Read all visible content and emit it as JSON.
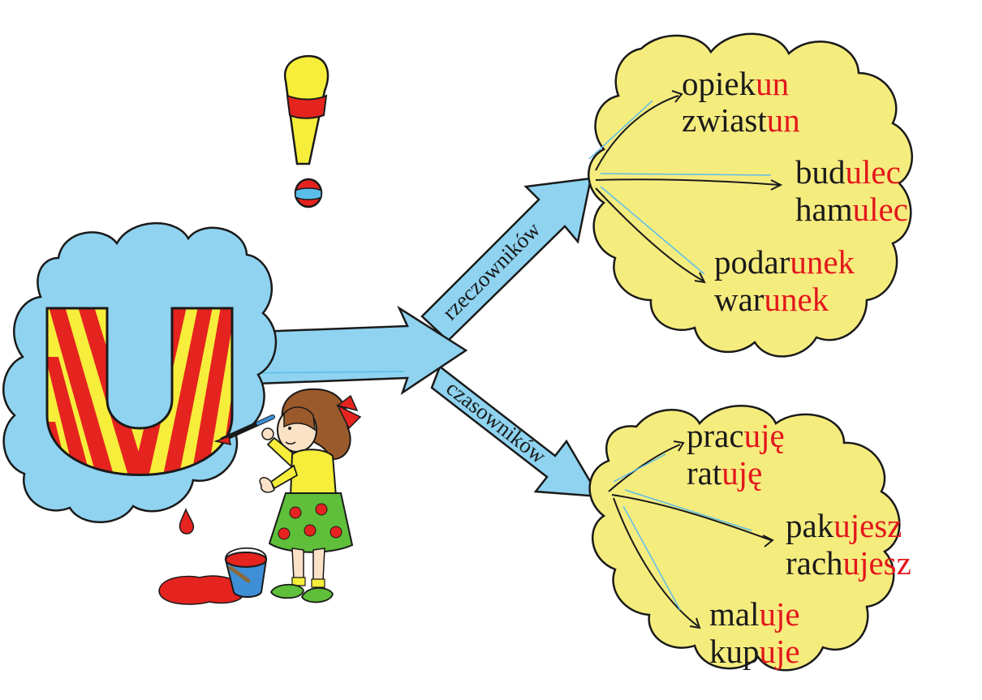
{
  "colors": {
    "cloud_blue": "#8fd3f0",
    "cloud_yellow": "#f5ec7e",
    "stripe_red": "#e5231f",
    "stripe_yellow": "#f6ee3a",
    "suffix_red": "#e3161c",
    "ink": "#1a1a1a"
  },
  "branches": {
    "nouns_label": "rzeczowników",
    "verbs_label": "czasowników"
  },
  "nouns": [
    {
      "stem": "opiek",
      "suffix": "un"
    },
    {
      "stem": "zwiast",
      "suffix": "un"
    },
    {
      "stem": "bud",
      "suffix": "ulec"
    },
    {
      "stem": "ham",
      "suffix": "ulec"
    },
    {
      "stem": "podar",
      "suffix": "unek"
    },
    {
      "stem": "war",
      "suffix": "unek"
    }
  ],
  "verbs": [
    {
      "stem": "prac",
      "suffix": "uję"
    },
    {
      "stem": "rat",
      "suffix": "uję"
    },
    {
      "stem": "pak",
      "suffix": "ujesz"
    },
    {
      "stem": "rach",
      "suffix": "ujesz"
    },
    {
      "stem": "mal",
      "suffix": "uje"
    },
    {
      "stem": "kup",
      "suffix": "uje"
    }
  ],
  "illustration": {
    "letter": "letter-u-striped",
    "icons": [
      "exclamation-mark-icon",
      "girl-painter-icon",
      "paint-bucket-icon",
      "paint-puddle-icon",
      "paint-drop-icon"
    ]
  }
}
